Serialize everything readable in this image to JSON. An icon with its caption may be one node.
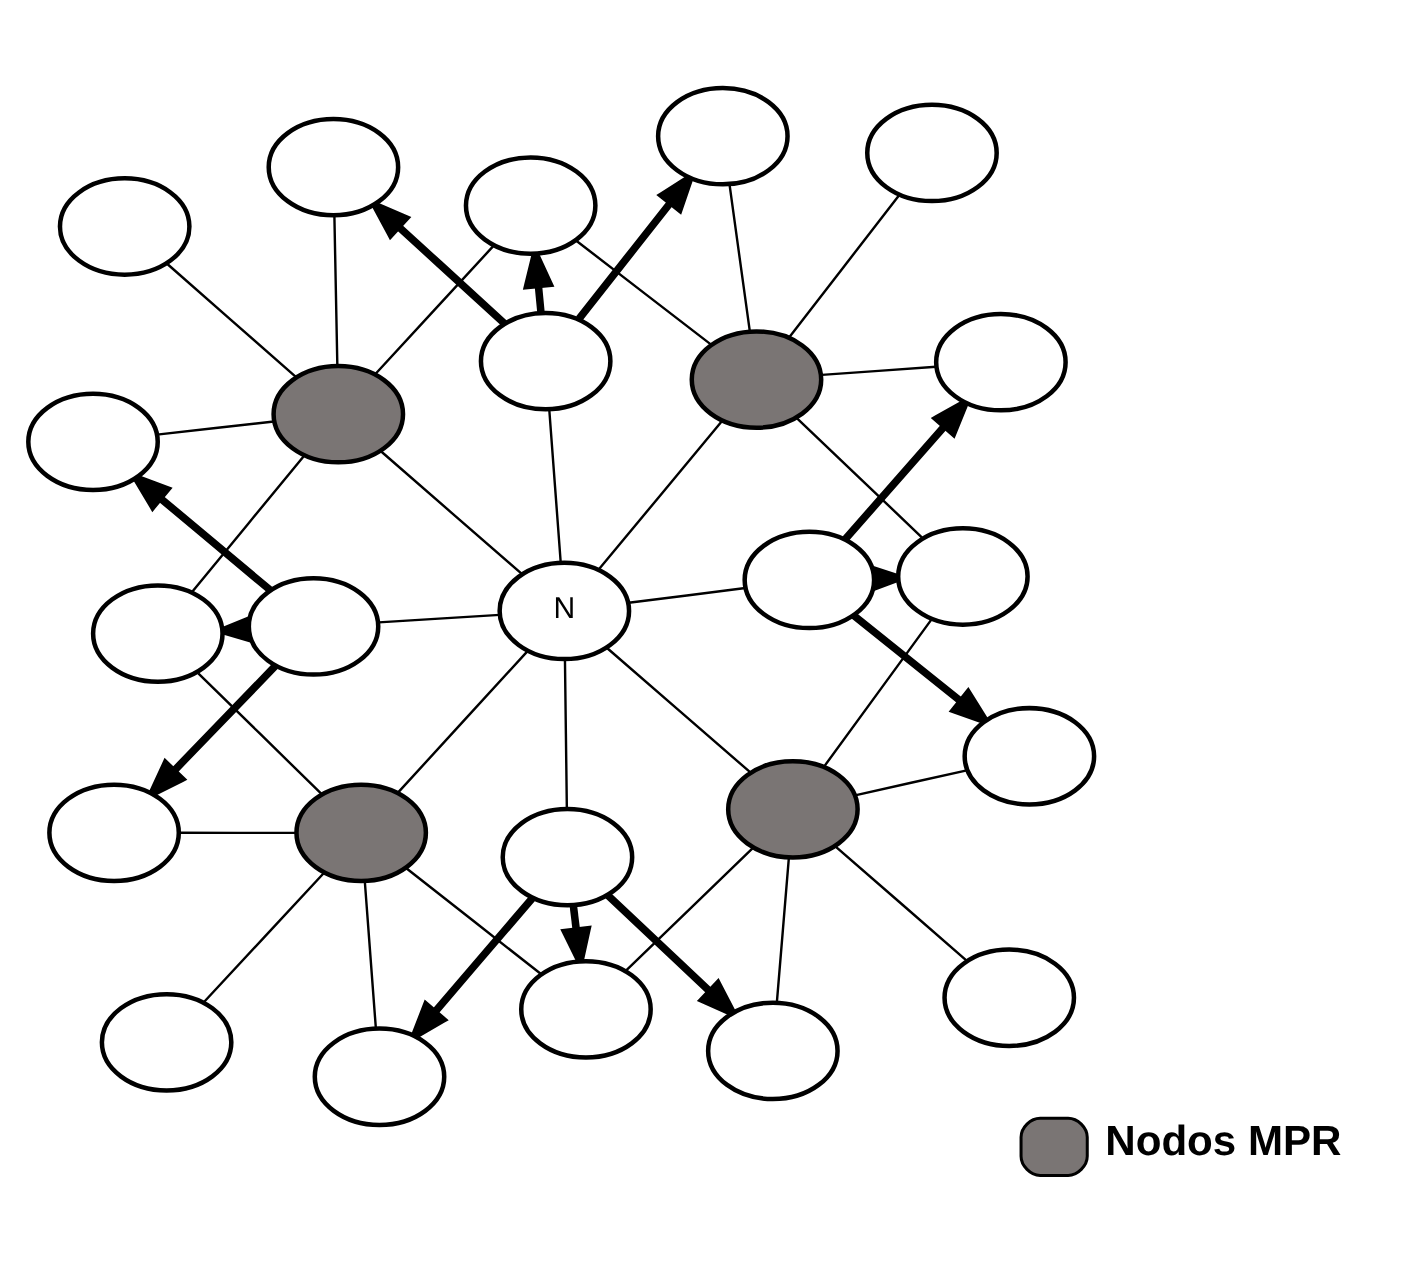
{
  "diagram": {
    "nodes": [
      {
        "text": [],
        "shape": "ellipse"
      },
      {
        "text": [],
        "shape": "ellipse"
      },
      {
        "text": [],
        "shape": "ellipse"
      },
      {
        "text": [],
        "shape": "ellipse"
      },
      {
        "text": [],
        "shape": "ellipse"
      },
      {
        "text": [],
        "shape": "ellipse"
      },
      {
        "text": [],
        "shape": "ellipse"
      },
      {
        "text": [],
        "shape": "ellipse"
      },
      {
        "text": [],
        "shape": "ellipse"
      },
      {
        "text": [],
        "shape": "ellipse"
      },
      {
        "text": [],
        "shape": "ellipse"
      },
      {
        "text": [],
        "shape": "ellipse"
      },
      {
        "text": [
          "N"
        ]
      },
      {
        "text": [],
        "shape": "ellipse"
      },
      {
        "text": [],
        "shape": "ellipse"
      },
      {
        "text": [],
        "shape": "ellipse"
      },
      {
        "text": [],
        "shape": "ellipse"
      },
      {
        "text": [],
        "shape": "ellipse"
      },
      {
        "text": [],
        "shape": "ellipse"
      },
      {
        "text": [],
        "shape": "ellipse"
      },
      {
        "text": [],
        "shape": "ellipse"
      },
      {
        "text": [],
        "shape": "ellipse"
      },
      {
        "text": [],
        "shape": "ellipse"
      },
      {
        "text": [],
        "shape": "ellipse"
      },
      {
        "text": [],
        "shape": "ellipse"
      }
    ],
    "edges": [
      {
        "from": 12,
        "to": 6,
        "arrow": "none"
      },
      {
        "from": 12,
        "to": 11,
        "arrow": "none"
      },
      {
        "from": 12,
        "to": 13,
        "arrow": "none"
      },
      {
        "from": 12,
        "to": 20,
        "arrow": "none"
      },
      {
        "from": 12,
        "to": 5,
        "arrow": "none"
      },
      {
        "from": 12,
        "to": 7,
        "arrow": "none"
      },
      {
        "from": 12,
        "to": 16,
        "arrow": "none"
      },
      {
        "from": 12,
        "to": 17,
        "arrow": "none"
      },
      {
        "from": 5,
        "to": 3,
        "arrow": "none"
      },
      {
        "from": 5,
        "to": 1,
        "arrow": "none"
      },
      {
        "from": 5,
        "to": 0,
        "arrow": "none"
      },
      {
        "from": 5,
        "to": 8,
        "arrow": "none"
      },
      {
        "from": 5,
        "to": 10,
        "arrow": "none"
      },
      {
        "from": 7,
        "to": 0,
        "arrow": "none"
      },
      {
        "from": 7,
        "to": 2,
        "arrow": "none"
      },
      {
        "from": 7,
        "to": 4,
        "arrow": "none"
      },
      {
        "from": 7,
        "to": 9,
        "arrow": "none"
      },
      {
        "from": 7,
        "to": 14,
        "arrow": "none"
      },
      {
        "from": 16,
        "to": 10,
        "arrow": "none"
      },
      {
        "from": 16,
        "to": 15,
        "arrow": "none"
      },
      {
        "from": 16,
        "to": 19,
        "arrow": "none"
      },
      {
        "from": 16,
        "to": 22,
        "arrow": "none"
      },
      {
        "from": 16,
        "to": 24,
        "arrow": "none"
      },
      {
        "from": 17,
        "to": 14,
        "arrow": "none"
      },
      {
        "from": 17,
        "to": 18,
        "arrow": "none"
      },
      {
        "from": 17,
        "to": 21,
        "arrow": "none"
      },
      {
        "from": 17,
        "to": 23,
        "arrow": "none"
      },
      {
        "from": 17,
        "to": 24,
        "arrow": "none"
      },
      {
        "from": 6,
        "to": 1,
        "arrow": "to",
        "style": "thick"
      },
      {
        "from": 6,
        "to": 0,
        "arrow": "to",
        "style": "thick"
      },
      {
        "from": 6,
        "to": 2,
        "arrow": "to",
        "style": "thick"
      },
      {
        "from": 11,
        "to": 8,
        "arrow": "to",
        "style": "thick"
      },
      {
        "from": 11,
        "to": 10,
        "arrow": "to",
        "style": "thick"
      },
      {
        "from": 11,
        "to": 15,
        "arrow": "to",
        "style": "thick"
      },
      {
        "from": 13,
        "to": 9,
        "arrow": "to",
        "style": "thick"
      },
      {
        "from": 13,
        "to": 14,
        "arrow": "to",
        "style": "thick"
      },
      {
        "from": 13,
        "to": 18,
        "arrow": "to",
        "style": "thick"
      },
      {
        "from": 20,
        "to": 22,
        "arrow": "to",
        "style": "thick"
      },
      {
        "from": 20,
        "to": 24,
        "arrow": "to",
        "style": "thick"
      },
      {
        "from": 20,
        "to": 23,
        "arrow": "to",
        "style": "thick"
      }
    ],
    "legend": [
      {
        "text": "Nodos MPR",
        "color": "#7a7574"
      }
    ]
  }
}
